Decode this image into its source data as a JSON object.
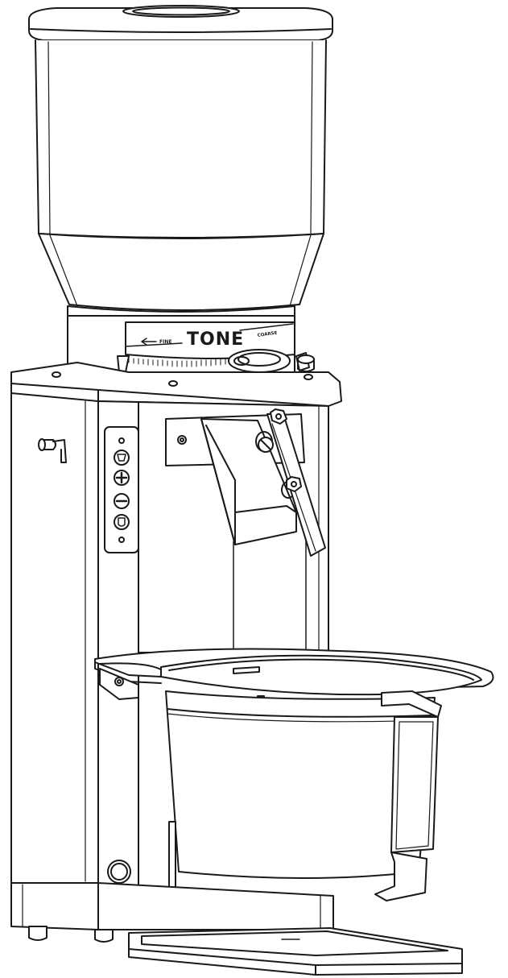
{
  "diagram": {
    "brand": "TONE",
    "dial_left_label": "FINE",
    "dial_right_label": "COARSE"
  },
  "colors": {
    "line": "#1a1a1a",
    "fill": "#ffffff"
  },
  "icons": {
    "control_panel": [
      "power-icon",
      "dose-cup-icon",
      "plus-icon",
      "minus-icon",
      "bean-icon",
      "led-icon"
    ]
  }
}
